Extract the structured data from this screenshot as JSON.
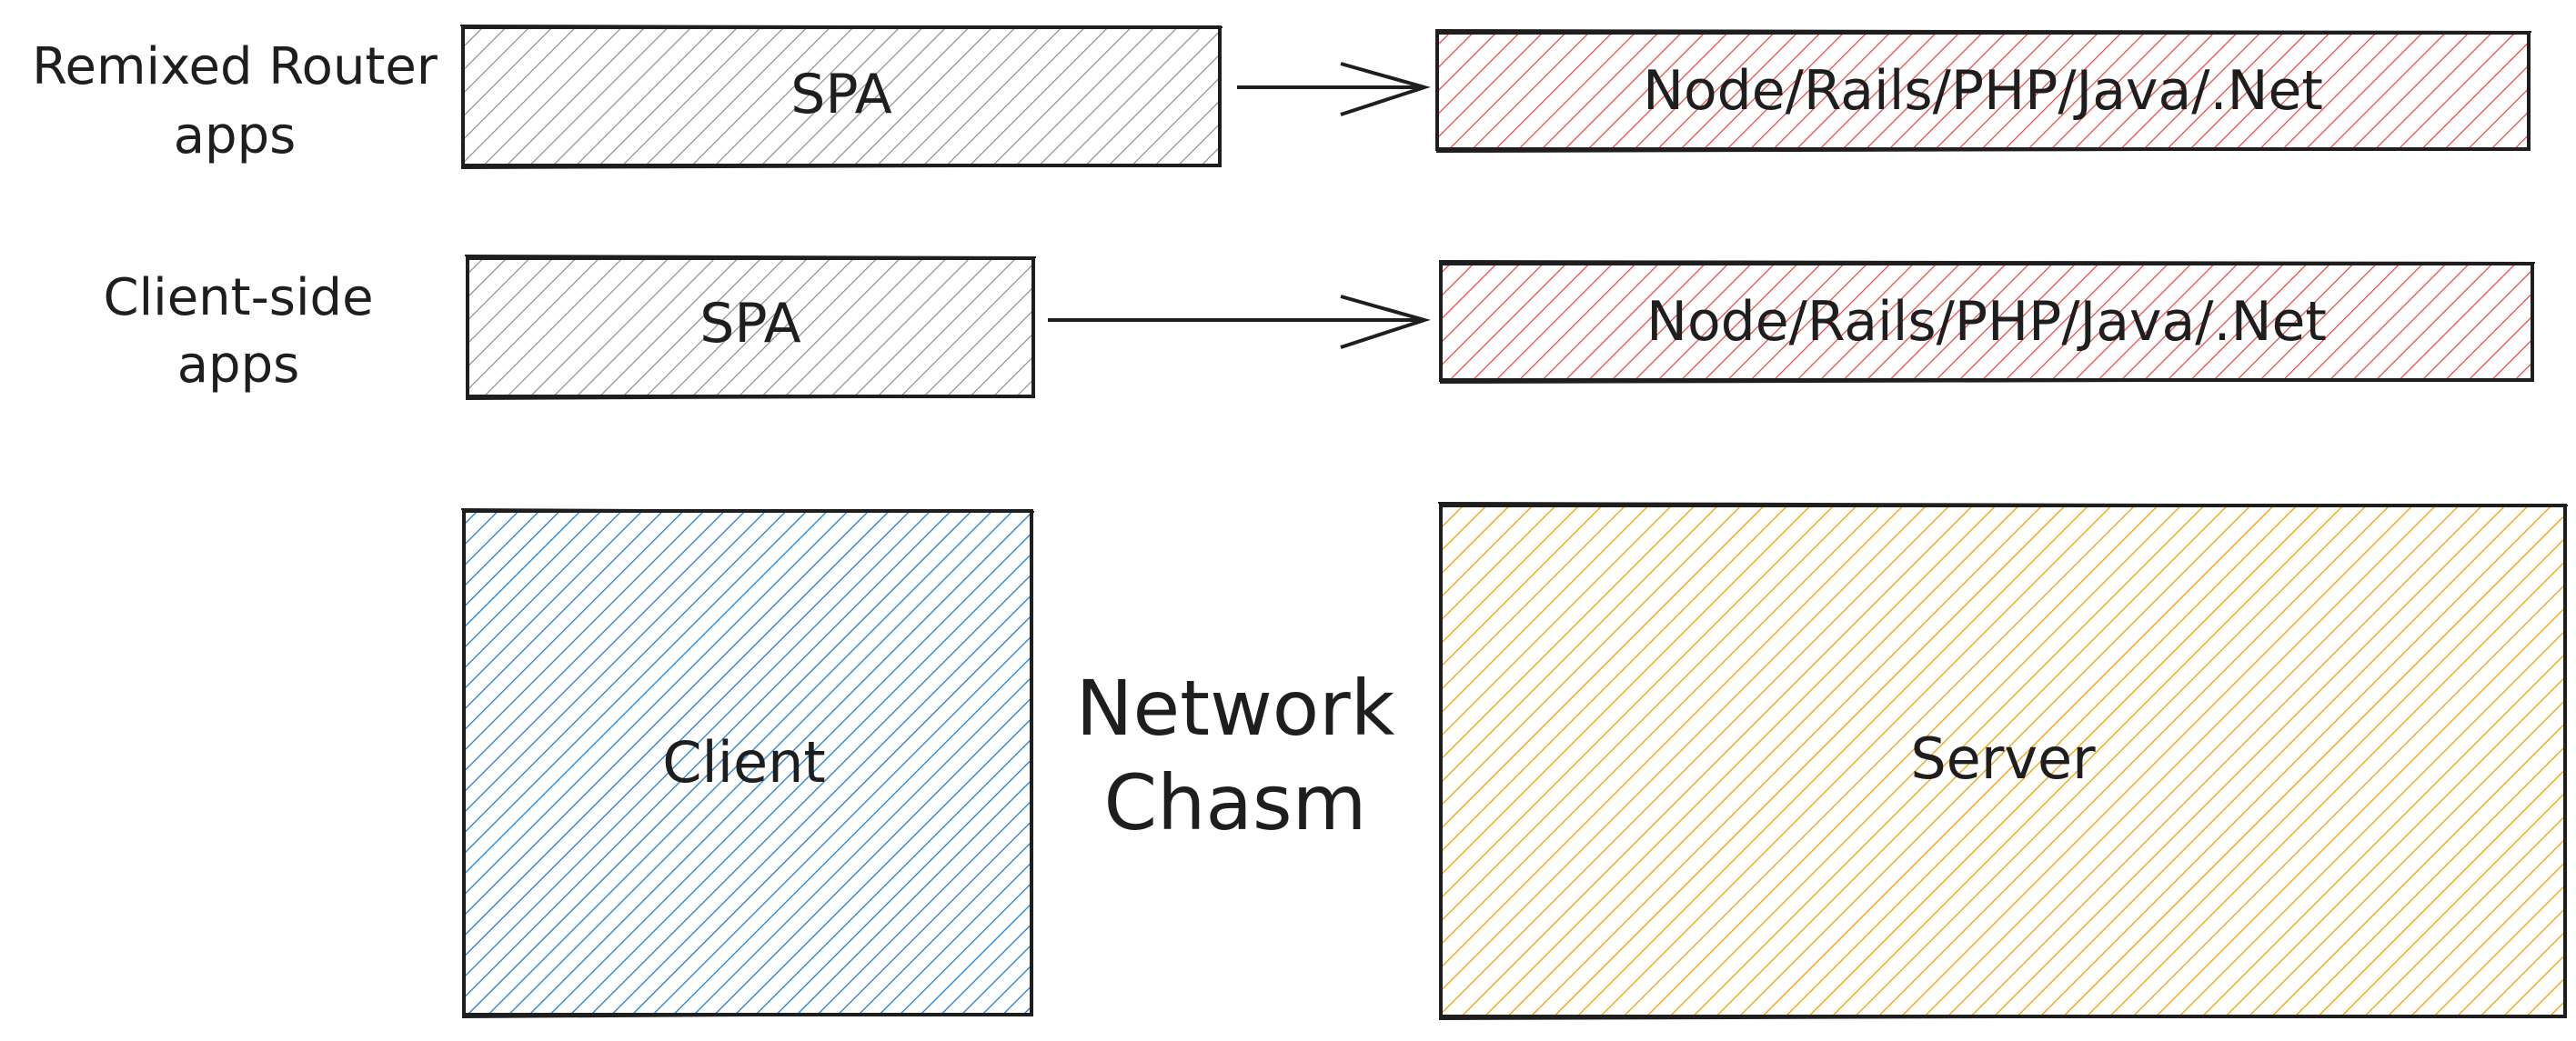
{
  "rows": [
    {
      "label_lines": [
        "Remixed Router",
        "apps"
      ],
      "client_box": {
        "label": "SPA"
      },
      "server_box": {
        "label": "Node/Rails/PHP/Java/.Net"
      }
    },
    {
      "label_lines": [
        "Client-side",
        "apps"
      ],
      "client_box": {
        "label": "SPA"
      },
      "server_box": {
        "label": "Node/Rails/PHP/Java/.Net"
      }
    }
  ],
  "bottom": {
    "client": {
      "label": "Client"
    },
    "network": {
      "label_lines": [
        "Network",
        "Chasm"
      ]
    },
    "server": {
      "label": "Server"
    }
  },
  "colors": {
    "stroke": "#1e1e1e",
    "spa_fill": "#868e96",
    "backend_fill": "#e03131",
    "client_fill": "#1971c2",
    "server_fill": "#f08c00"
  }
}
